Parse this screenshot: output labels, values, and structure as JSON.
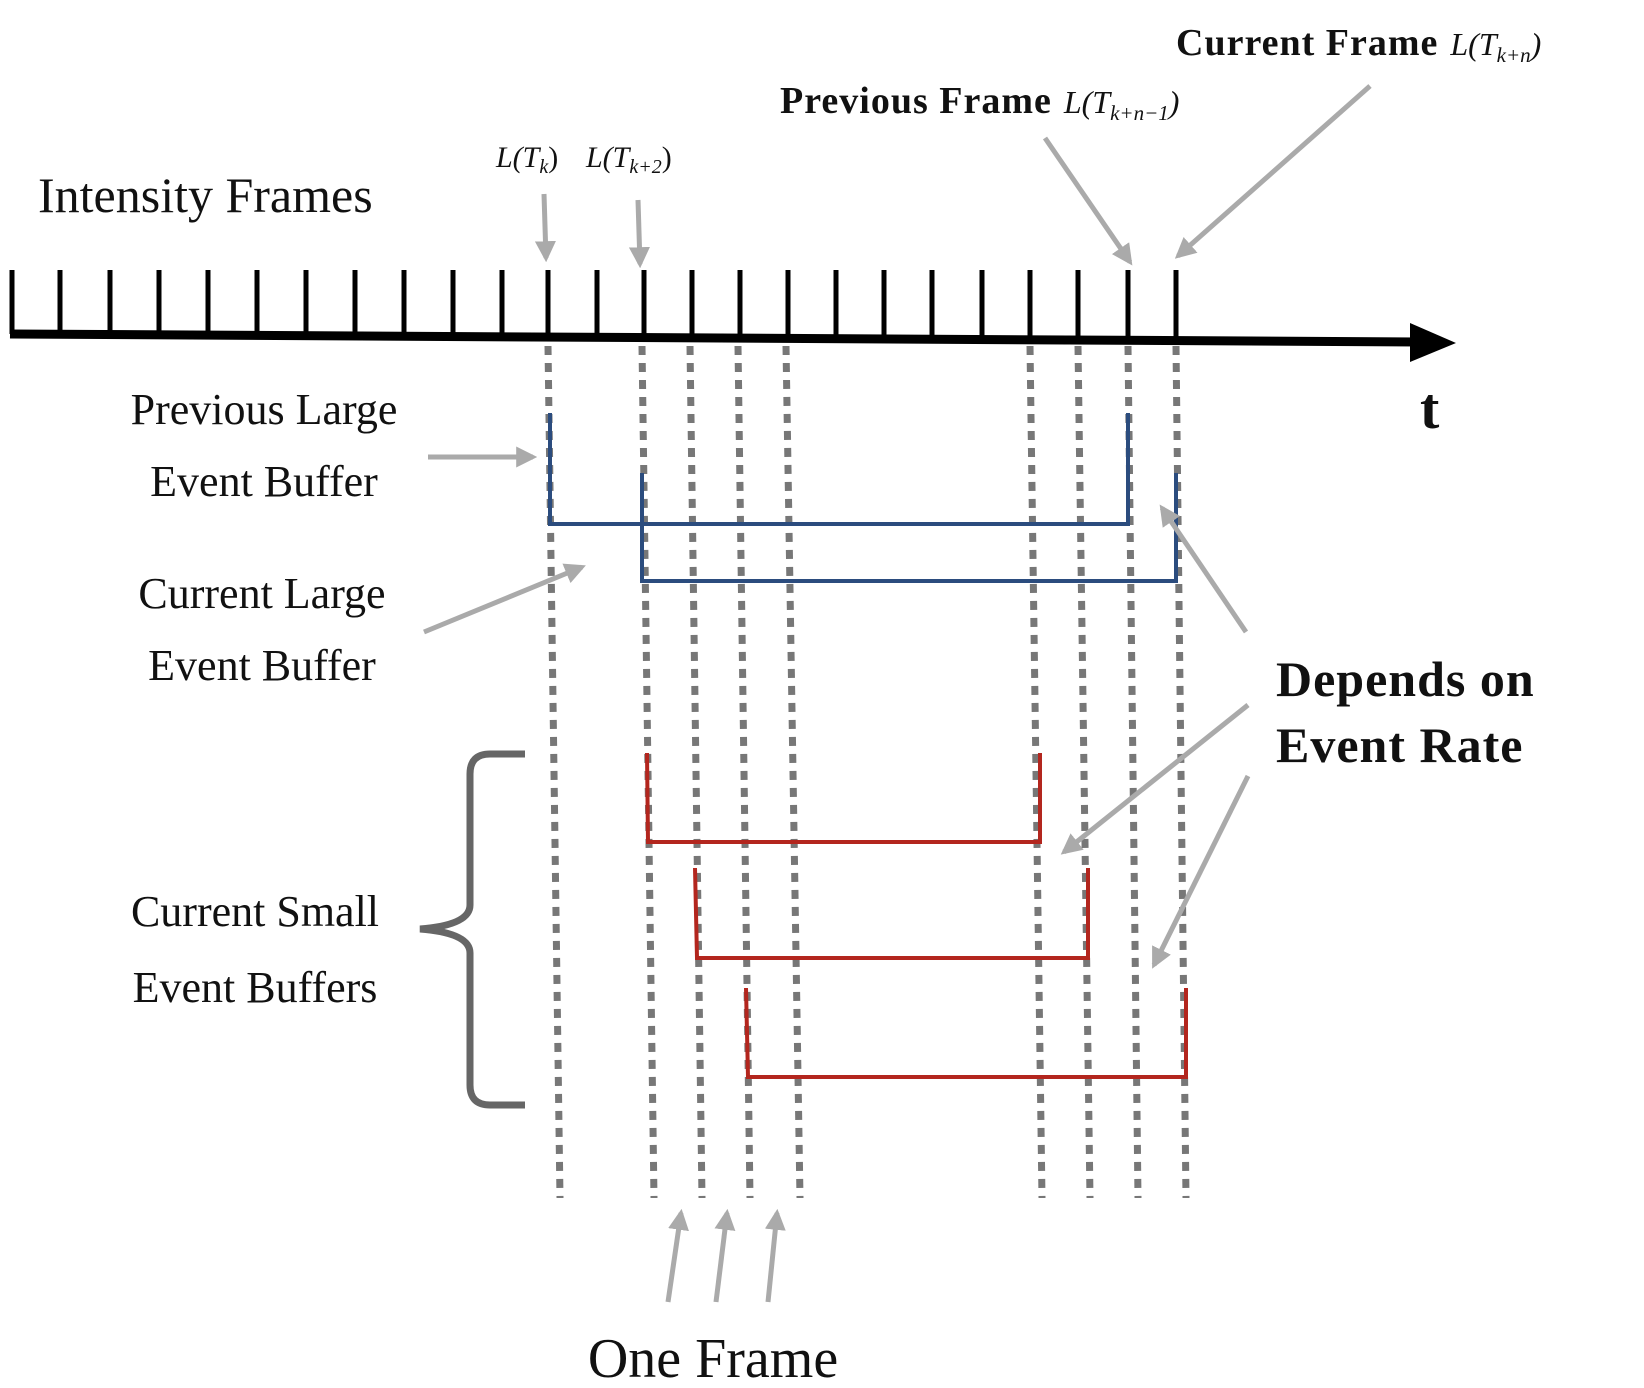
{
  "labels": {
    "intensity_frames": "Intensity Frames",
    "time_axis": "t",
    "frame_tk": "L(T",
    "frame_tk_sub": "k",
    "frame_tk2": "L(T",
    "frame_tk2_sub": "k+2",
    "previous_frame": "Previous Frame",
    "previous_frame_math": "L(T",
    "previous_frame_sub": "k+n−1",
    "current_frame": "Current Frame",
    "current_frame_math": "L(T",
    "current_frame_sub": "k+n",
    "close_paren": ")",
    "previous_large_line1": "Previous Large",
    "previous_large_line2": "Event Buffer",
    "current_large_line1": "Current Large",
    "current_large_line2": "Event Buffer",
    "current_small_line1": "Current Small",
    "current_small_line2": "Event Buffers",
    "depends_line1": "Depends on",
    "depends_line2": "Event Rate",
    "one_frame": "One Frame"
  },
  "colors": {
    "axis": "#000000",
    "guide": "#777777",
    "arrow": "#aaaaaa",
    "large_buffer": "#2b4c7e",
    "small_buffer": "#b3261e",
    "brace": "#666666"
  }
}
